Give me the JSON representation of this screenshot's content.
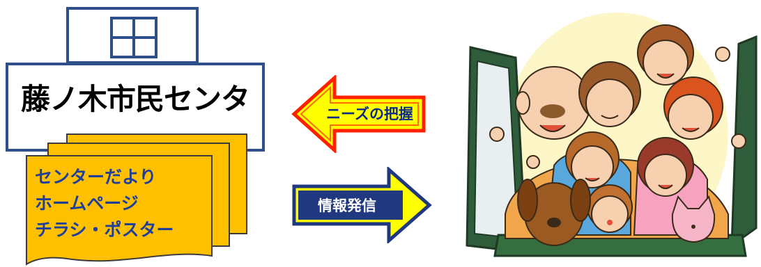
{
  "building": {
    "name": "藤ノ木市民センター"
  },
  "media": {
    "items": [
      "センターだより",
      "ホームページ",
      "チラシ・ポスター"
    ]
  },
  "arrows": {
    "needs": "ニーズの把握",
    "info": "情報発信"
  },
  "colors": {
    "building_stroke": "#2f4f8a",
    "paper_fill": "#ffc000",
    "paper_text": "#1f3f9a",
    "needs_arrow_fill": "#ffff00",
    "needs_arrow_stroke": "#ff0000",
    "info_arrow_fill": "#ffff00",
    "info_arrow_stroke": "#203880",
    "info_label_bg": "#203880"
  },
  "illustration": {
    "icon": "people-in-window-icon"
  }
}
